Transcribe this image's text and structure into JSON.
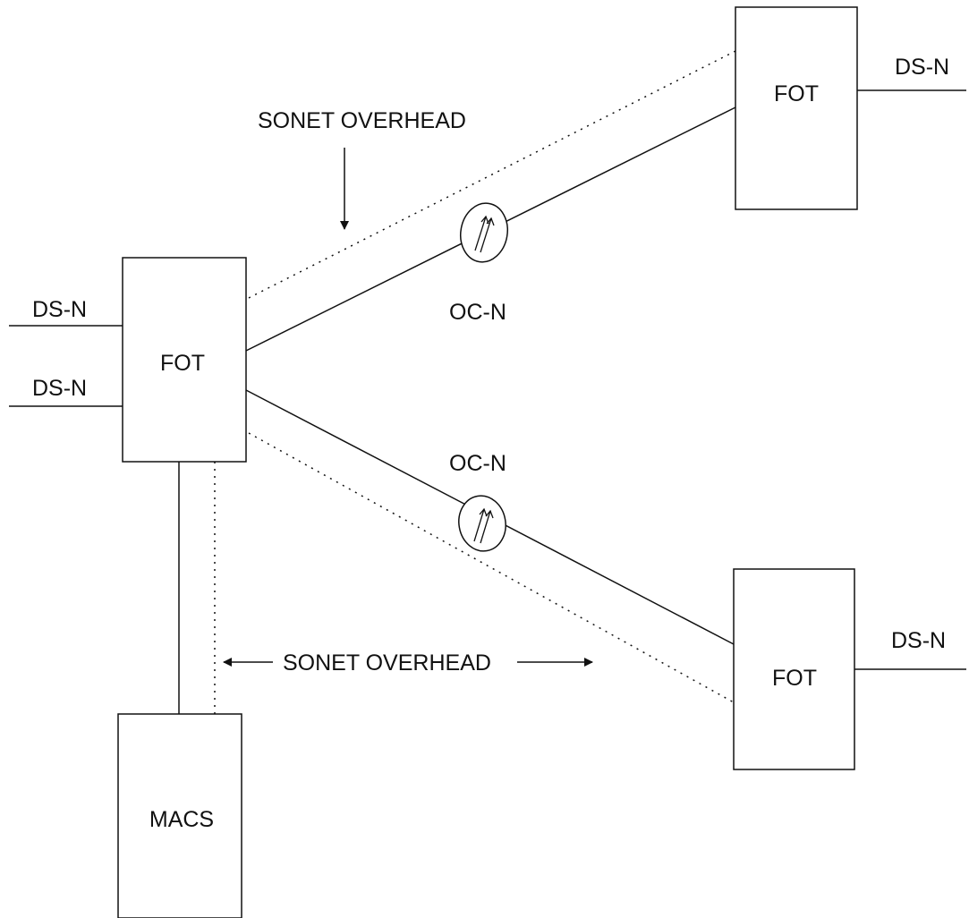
{
  "nodes": {
    "fot_left": "FOT",
    "fot_top_right": "FOT",
    "fot_bottom_right": "FOT",
    "macs": "MACS"
  },
  "ports": {
    "left_upper": "DS-N",
    "left_lower": "DS-N",
    "top_right": "DS-N",
    "bottom_right": "DS-N"
  },
  "links": {
    "upper_optical": "OC-N",
    "lower_optical": "OC-N"
  },
  "overhead": {
    "upper": "SONET OVERHEAD",
    "lower": "SONET OVERHEAD"
  }
}
